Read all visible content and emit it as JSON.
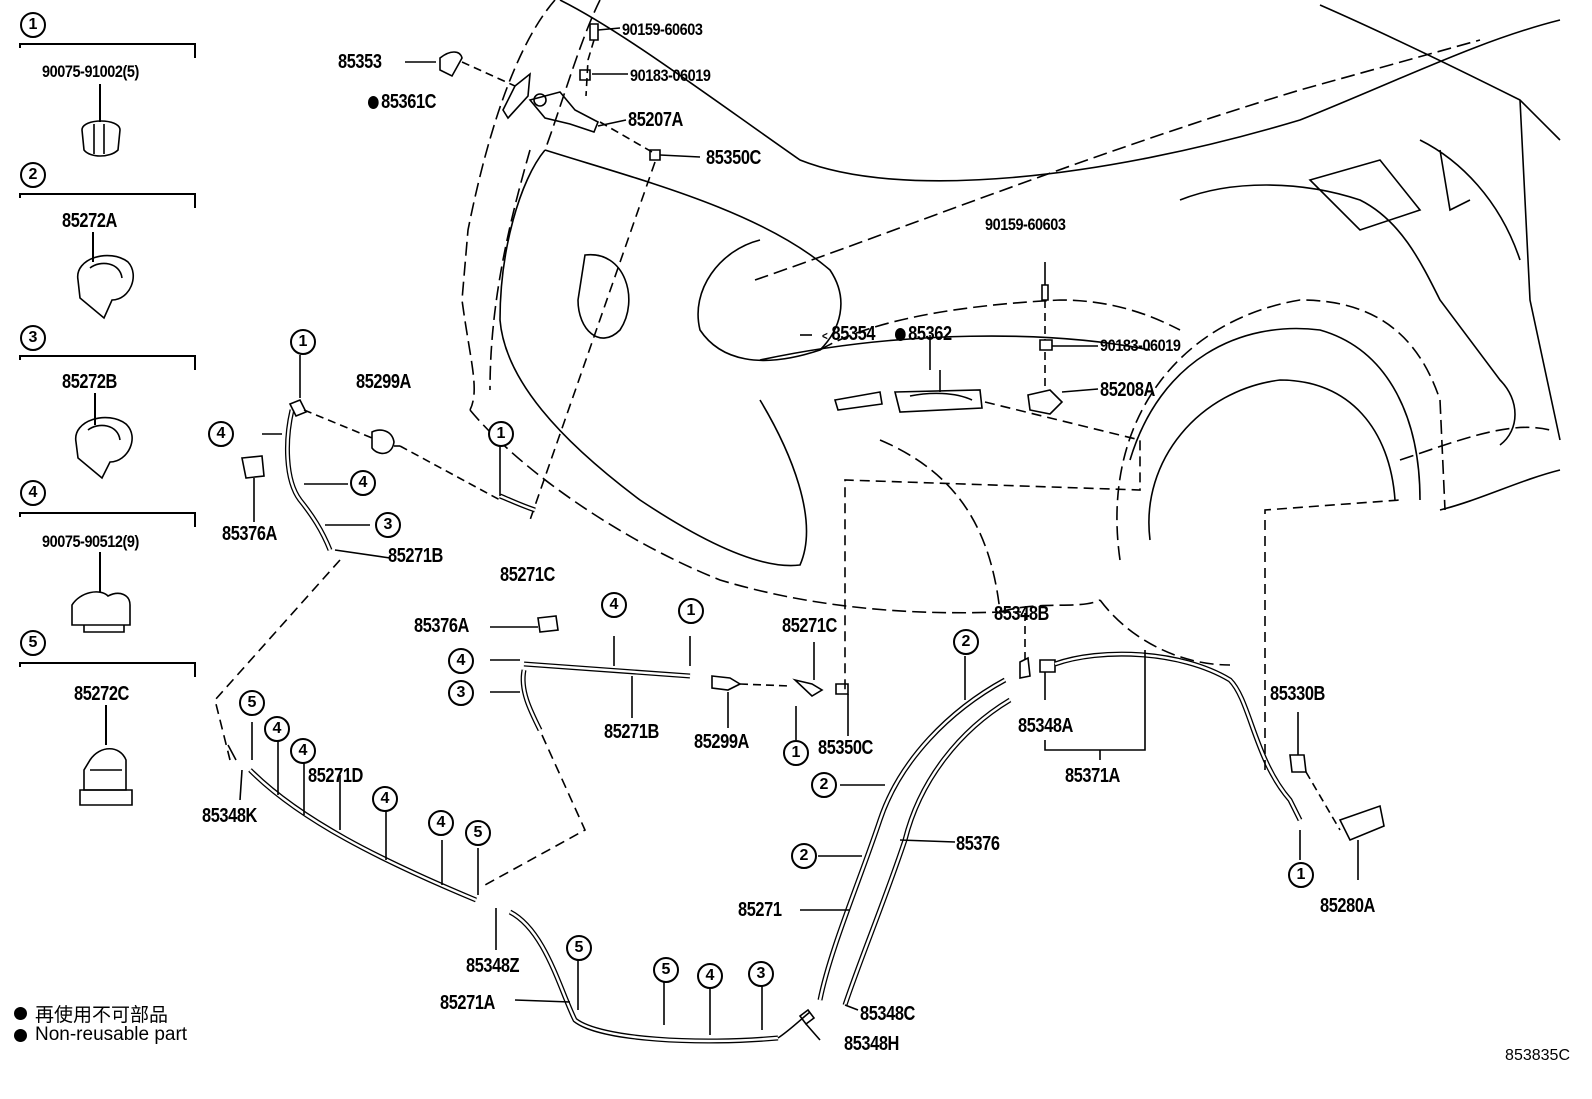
{
  "legend_box": [
    {
      "num": "1",
      "part": "90075-91002(5)"
    },
    {
      "num": "2",
      "part": "85272A"
    },
    {
      "num": "3",
      "part": "85272B"
    },
    {
      "num": "4",
      "part": "90075-90512(9)"
    },
    {
      "num": "5",
      "part": "85272C"
    }
  ],
  "labels": {
    "p85353": "85353",
    "p85361C": "85361C",
    "p90159_top": "90159-60603",
    "p90183_top": "90183-06019",
    "p85207A": "85207A",
    "p85350C_top": "85350C",
    "p90159_mid": "90159-60603",
    "p85354": "85354",
    "p85362": "85362",
    "p90183_mid": "90183-06019",
    "p85208A": "85208A",
    "p85299A_top": "85299A",
    "p85376A_left": "85376A",
    "p85271B_left": "85271B",
    "p85271C_mid": "85271C",
    "p85376A_center": "85376A",
    "p85271B_center": "85271B",
    "p85299A_center": "85299A",
    "p85271C_center": "85271C",
    "p85350C_center": "85350C",
    "p85348B": "85348B",
    "p85348A": "85348A",
    "p85371A": "85371A",
    "p85330B": "85330B",
    "p85280A": "85280A",
    "p85376": "85376",
    "p85271": "85271",
    "p85348C": "85348C",
    "p85348H": "85348H",
    "p85271D": "85271D",
    "p85348K": "85348K",
    "p85348Z": "85348Z",
    "p85271A": "85271A"
  },
  "callouts": {
    "c1a": "1",
    "c4a": "4",
    "c4b": "4",
    "c3a": "3",
    "c1b": "1",
    "c4c": "4",
    "c3b": "3",
    "c4d": "4",
    "c1c": "1",
    "c1d": "1",
    "c5a": "5",
    "c4e": "4",
    "c4f": "4",
    "c4g": "4",
    "c4h": "4",
    "c5b": "5",
    "c5c": "5",
    "c5d": "5",
    "c4i": "4",
    "c3c": "3",
    "c2a": "2",
    "c2b": "2",
    "c2c": "2",
    "c1e": "1"
  },
  "legend": {
    "jp": "再使用不可部品",
    "en": "Non-reusable part"
  },
  "figure_number": "853835C"
}
